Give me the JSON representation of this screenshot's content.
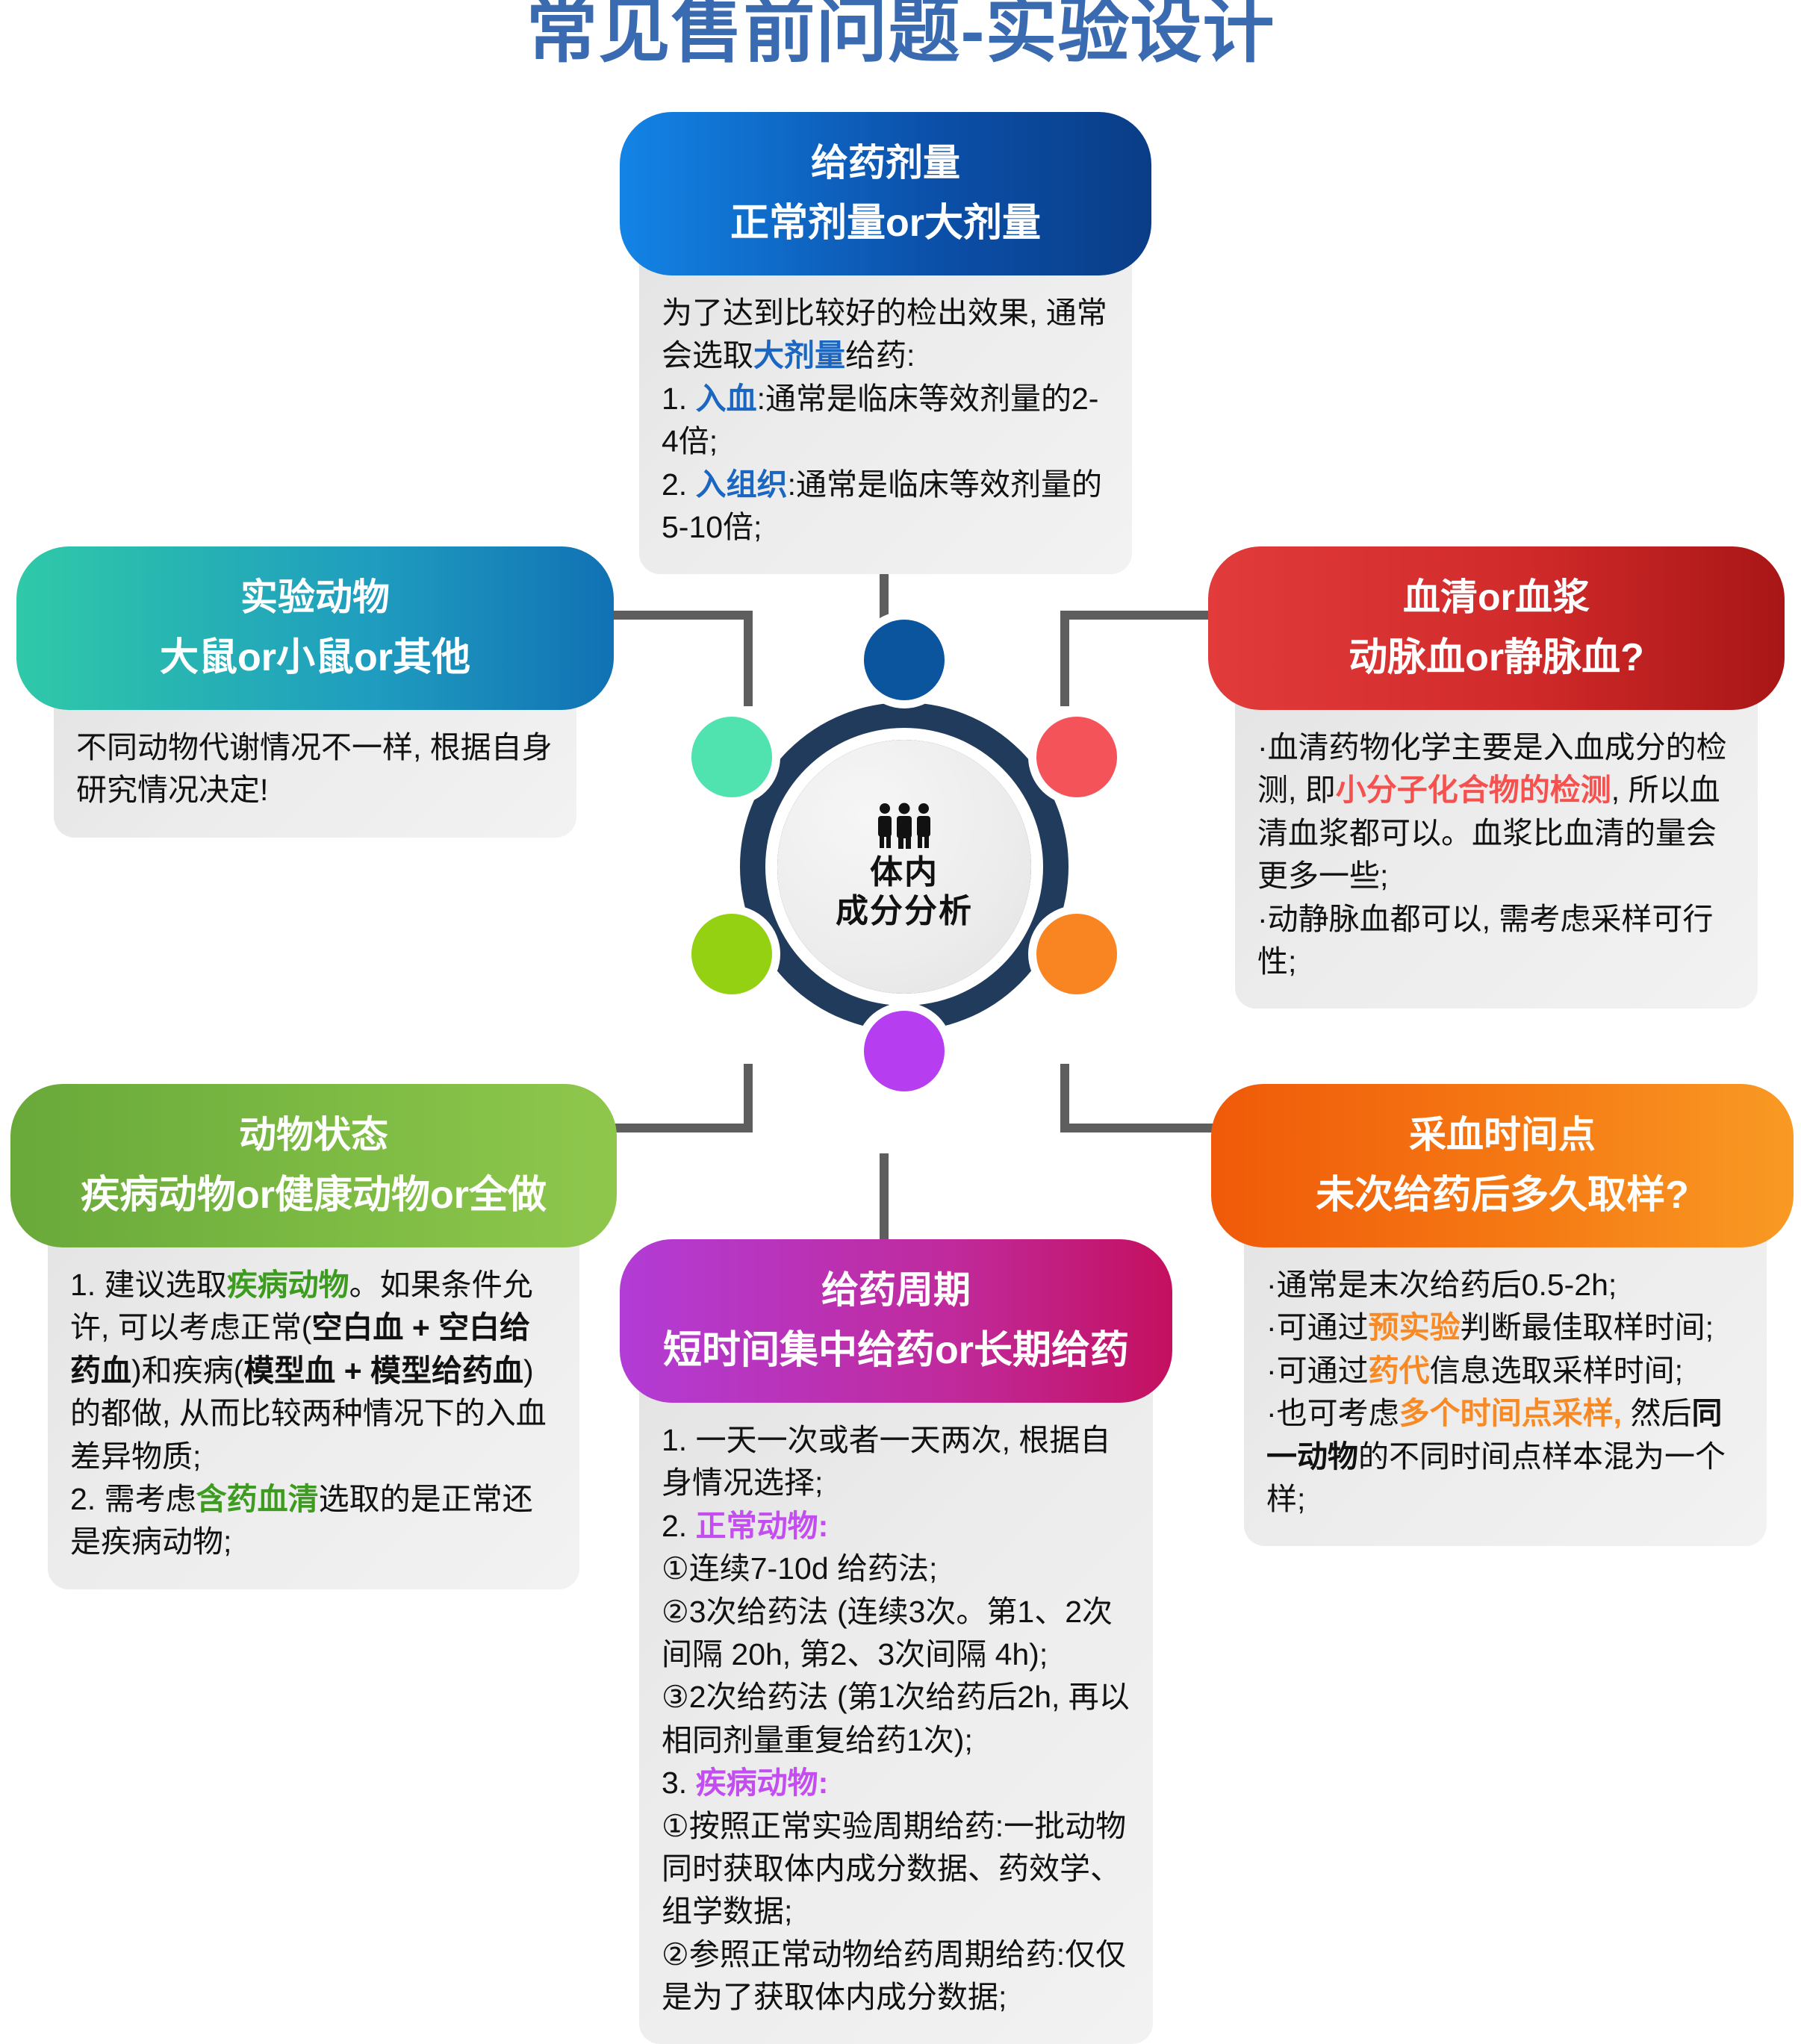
{
  "title": "常见售前问题-实验设计",
  "hub": {
    "icon": "people-group-icon",
    "line1": "体内",
    "line2": "成分分析",
    "ring_color": "#203b5c",
    "nodes": [
      {
        "name": "top",
        "color": "#0b559f"
      },
      {
        "name": "top-left",
        "color": "#50e3af"
      },
      {
        "name": "top-right",
        "color": "#f4535a"
      },
      {
        "name": "bottom-left",
        "color": "#95d113"
      },
      {
        "name": "bottom-right",
        "color": "#f98522"
      },
      {
        "name": "bottom",
        "color": "#b73df0"
      }
    ]
  },
  "cards": {
    "dose": {
      "accent": "#0b559f",
      "title_line1": "给药剂量",
      "title_line2": "正常剂量or大剂量",
      "body": [
        "为了达到比较好的检出效果, 通常会选取大剂量给药:",
        "1. 入血:通常是临床等效剂量的2-4倍;",
        "2. 入组织:通常是临床等效剂量的5-10倍;"
      ],
      "highlights": [
        "大剂量",
        "入血",
        "入组织"
      ]
    },
    "animal": {
      "accent": "#1f9cbf",
      "title_line1": "实验动物",
      "title_line2": "大鼠or小鼠or其他",
      "body": [
        "不同动物代谢情况不一样, 根据自身研究情况决定!"
      ],
      "highlights": []
    },
    "serum": {
      "accent": "#d12a2a",
      "title_line1": "血清or血浆",
      "title_line2": "动脉血or静脉血?",
      "body": [
        "·血清药物化学主要是入血成分的检测, 即小分子化合物的检测, 所以血清血浆都可以。血浆比血清的量会更多一些;",
        "·动静脉血都可以, 需考虑采样可行性;"
      ],
      "highlights": [
        "小分子化合物的检测"
      ]
    },
    "state": {
      "accent": "#7dbb44",
      "title_line1": "动物状态",
      "title_line2": "疾病动物or健康动物or全做",
      "body": [
        "1. 建议选取疾病动物。如果条件允许, 可以考虑正常(空白血 + 空白给药血)和疾病(模型血 + 模型给药血)的都做, 从而比较两种情况下的入血差异物质;",
        "2. 需考虑含药血清选取的是正常还是疾病动物;"
      ],
      "highlights": [
        "疾病动物",
        "空白血",
        "空白给药血",
        "模型血",
        "模型给药血",
        "含药血清"
      ]
    },
    "time": {
      "accent": "#f57a14",
      "title_line1": "采血时间点",
      "title_line2": "未次给药后多久取样?",
      "body": [
        "·通常是末次给药后0.5-2h;",
        "·可通过预实验判断最佳取样时间;",
        "·可通过药代信息选取采样时间;",
        "·也可考虑多个时间点采样, 然后同一动物的不同时间点样本混为一个样;"
      ],
      "highlights": [
        "预实验",
        "药代",
        "多个时间点采样",
        "同一动物"
      ]
    },
    "cycle": {
      "accent": "#c02a9c",
      "title_line1": "给药周期",
      "title_line2": "短时间集中给药or长期给药",
      "body": [
        "1. 一天一次或者一天两次, 根据自身情况选择;",
        "2. 正常动物:",
        "①连续7-10d 给药法;",
        "②3次给药法 (连续3次。第1、2次间隔 20h, 第2、3次间隔 4h);",
        "③2次给药法 (第1次给药后2h, 再以相同剂量重复给药1次);",
        "3. 疾病动物:",
        "①按照正常实验周期给药:一批动物同时获取体内成分数据、药效学、组学数据;",
        "②参照正常动物给药周期给药:仅仅是为了获取体内成分数据;"
      ],
      "highlights": [
        "正常动物:",
        "疾病动物:"
      ]
    }
  }
}
